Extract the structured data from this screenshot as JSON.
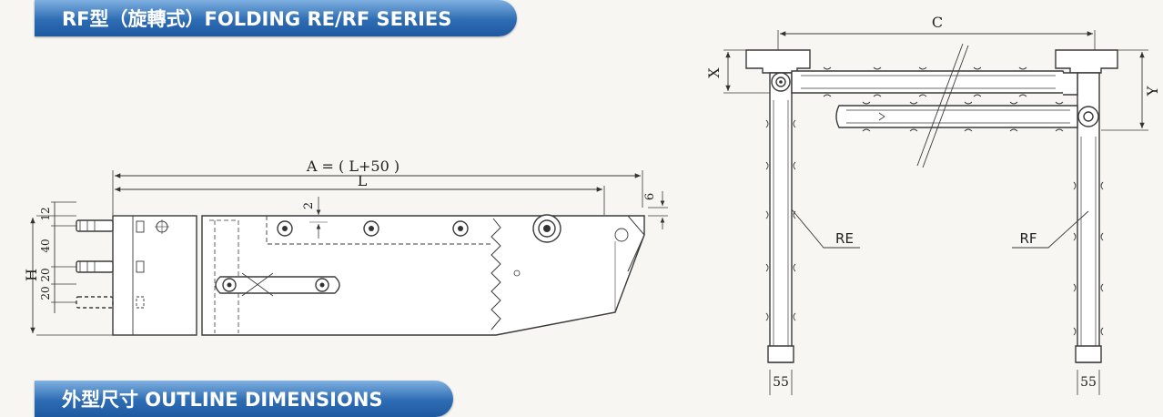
{
  "banner_top": "RF型（旋轉式）FOLDING RE/RF SERIES",
  "banner_bottom": "外型尺寸 OUTLINE DIMENSIONS",
  "left_drawing": {
    "dim_a": "A = ( L+50 )",
    "dim_l": "L",
    "dim_h": "H",
    "dim_12": "12",
    "dim_40": "40",
    "dim_20a": "20",
    "dim_20b": "20",
    "dim_2": "2",
    "dim_6": "6"
  },
  "right_drawing": {
    "dim_c": "C",
    "dim_x": "X",
    "dim_y": "Y",
    "label_re": "RE",
    "label_rf": "RF",
    "dim_55_left": "55",
    "dim_55_right": "55"
  },
  "colors": {
    "line": "#3a3a3a",
    "part_fill": "#ffffff",
    "banner_blue": "#2d6cb3"
  }
}
